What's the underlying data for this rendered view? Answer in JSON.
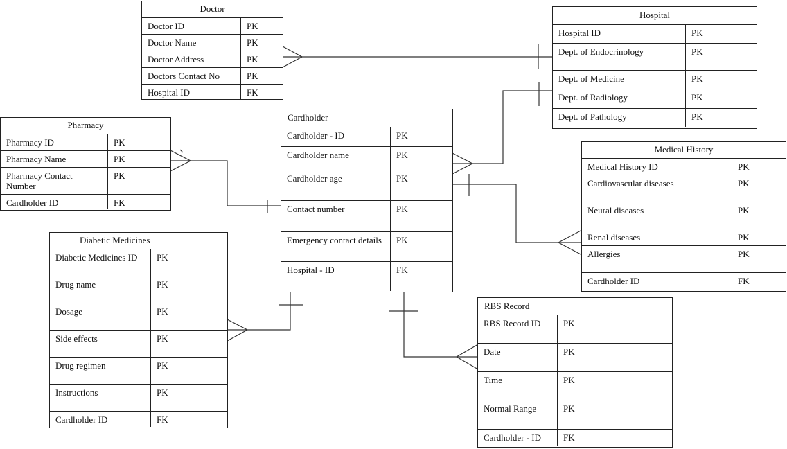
{
  "doctor": {
    "title": "Doctor",
    "rows": [
      {
        "name": "Doctor ID",
        "key": "PK"
      },
      {
        "name": "Doctor Name",
        "key": "PK"
      },
      {
        "name": "Doctor Address",
        "key": "PK"
      },
      {
        "name": "Doctors Contact No",
        "key": "PK"
      },
      {
        "name": "Hospital ID",
        "key": "FK"
      }
    ]
  },
  "hospital": {
    "title": "Hospital",
    "rows": [
      {
        "name": "Hospital ID",
        "key": "PK"
      },
      {
        "name": "Dept. of Endocrinology",
        "key": "PK"
      },
      {
        "name": "Dept. of Medicine",
        "key": "PK"
      },
      {
        "name": "Dept. of Radiology",
        "key": "PK"
      },
      {
        "name": "Dept. of Pathology",
        "key": "PK"
      }
    ]
  },
  "pharmacy": {
    "title": "Pharmacy",
    "rows": [
      {
        "name": "Pharmacy ID",
        "key": "PK"
      },
      {
        "name": "Pharmacy Name",
        "key": "PK"
      },
      {
        "name": "Pharmacy Contact Number",
        "key": "PK"
      },
      {
        "name": "Cardholder ID",
        "key": "FK"
      }
    ]
  },
  "cardholder": {
    "title": "Cardholder",
    "rows": [
      {
        "name": "Cardholder - ID",
        "key": "PK"
      },
      {
        "name": "Cardholder name",
        "key": "PK"
      },
      {
        "name": "Cardholder age",
        "key": "PK"
      },
      {
        "name": "Contact number",
        "key": "PK"
      },
      {
        "name": "Emergency contact details",
        "key": "PK"
      },
      {
        "name": "Hospital - ID",
        "key": "FK"
      }
    ]
  },
  "medical_history": {
    "title": "Medical History",
    "rows": [
      {
        "name": "Medical History ID",
        "key": "PK"
      },
      {
        "name": "Cardiovascular diseases",
        "key": "PK"
      },
      {
        "name": "Neural diseases",
        "key": "PK"
      },
      {
        "name": "Renal diseases",
        "key": "PK"
      },
      {
        "name": "Allergies",
        "key": "PK"
      },
      {
        "name": "Cardholder ID",
        "key": "FK"
      }
    ]
  },
  "diabetic_medicines": {
    "title": "Diabetic Medicines",
    "rows": [
      {
        "name": "Diabetic Medicines ID",
        "key": "PK"
      },
      {
        "name": "Drug name",
        "key": "PK"
      },
      {
        "name": "Dosage",
        "key": "PK"
      },
      {
        "name": "Side effects",
        "key": "PK"
      },
      {
        "name": "Drug regimen",
        "key": "PK"
      },
      {
        "name": "Instructions",
        "key": "PK"
      },
      {
        "name": "Cardholder ID",
        "key": "FK"
      }
    ]
  },
  "rbs_record": {
    "title": "RBS Record",
    "rows": [
      {
        "name": "RBS Record ID",
        "key": "PK"
      },
      {
        "name": "Date",
        "key": "PK"
      },
      {
        "name": "Time",
        "key": "PK"
      },
      {
        "name": "Normal Range",
        "key": "PK"
      },
      {
        "name": "Cardholder - ID",
        "key": "FK"
      }
    ]
  }
}
